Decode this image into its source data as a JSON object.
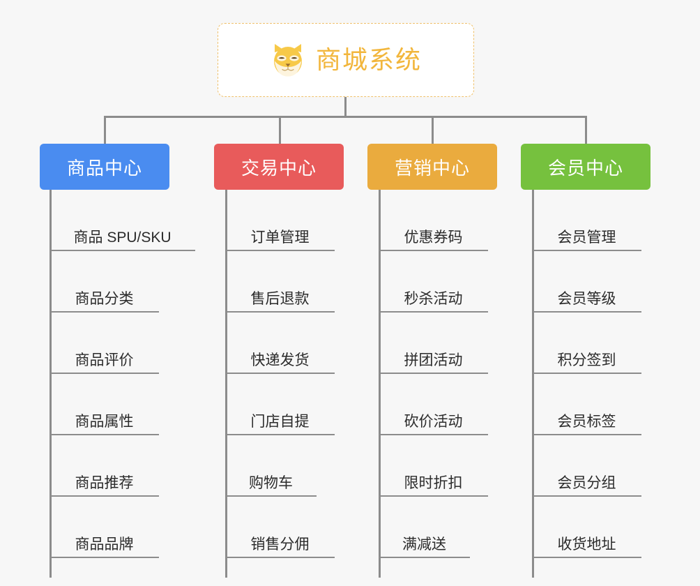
{
  "root": {
    "title": "商城系统",
    "icon": "shiba-dog-icon",
    "accent": "#f2b63c",
    "border": "#efc06a",
    "background": "#ffffff"
  },
  "canvas": {
    "background": "#f7f7f7",
    "connector_color": "#8c8c8c"
  },
  "branches": [
    {
      "label": "商品中心",
      "color": "#4a8cf0",
      "items": [
        "商品 SPU/SKU",
        "商品分类",
        "商品评价",
        "商品属性",
        "商品推荐",
        "商品品牌"
      ]
    },
    {
      "label": "交易中心",
      "color": "#e85b5b",
      "items": [
        "订单管理",
        "售后退款",
        "快递发货",
        "门店自提",
        "购物车",
        "销售分佣"
      ]
    },
    {
      "label": "营销中心",
      "color": "#eaab3e",
      "items": [
        "优惠券码",
        "秒杀活动",
        "拼团活动",
        "砍价活动",
        "限时折扣",
        "满减送"
      ]
    },
    {
      "label": "会员中心",
      "color": "#76c13e",
      "items": [
        "会员管理",
        "会员等级",
        "积分签到",
        "会员标签",
        "会员分组",
        "收货地址"
      ]
    }
  ]
}
